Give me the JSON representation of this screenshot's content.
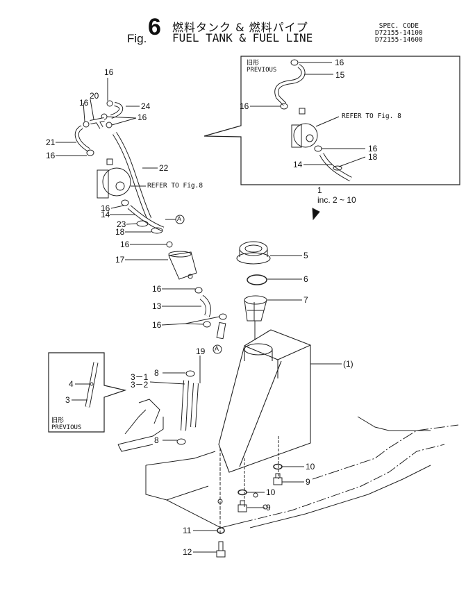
{
  "header": {
    "fig_prefix": "Fig.",
    "fig_number": "6",
    "title_jp": "燃料タンク & 燃料パイプ",
    "title_en": "FUEL TANK & FUEL LINE",
    "spec_label": "SPEC. CODE",
    "spec_codes": [
      "D72155-14100",
      "D72155-14600"
    ]
  },
  "inset_top": {
    "label_jp": "旧形",
    "label_en": "PREVIOUS",
    "refer": "REFER TO Fig. 8",
    "callouts": [
      "16",
      "15",
      "16",
      "16",
      "18",
      "14"
    ]
  },
  "assembly_note": {
    "part": "1",
    "includes": "inc. 2 ~ 10"
  },
  "inset_left": {
    "label_jp": "旧形",
    "label_en": "PREVIOUS",
    "callouts": [
      "4",
      "3"
    ]
  },
  "main": {
    "refer": "REFER TO Fig.8",
    "marker": "A",
    "callouts": {
      "c16a": "16",
      "c20": "20",
      "c16b": "16",
      "c24": "24",
      "c16c": "16",
      "c21": "21",
      "c16d": "16",
      "c22": "22",
      "c16e": "16",
      "c14": "14",
      "c23": "23",
      "c18": "18",
      "c16f": "16",
      "c17": "17",
      "c16g": "16",
      "c13": "13",
      "c16h": "16",
      "c5": "5",
      "c6": "6",
      "c7": "7",
      "c1": "(1)",
      "c19": "19",
      "c8a": "8",
      "c3_1": "3－1",
      "c3_2": "3－2",
      "c8b": "8",
      "c10a": "10",
      "c9a": "9",
      "c10b": "10",
      "c9b": "9",
      "c11": "11",
      "c12": "12"
    }
  }
}
